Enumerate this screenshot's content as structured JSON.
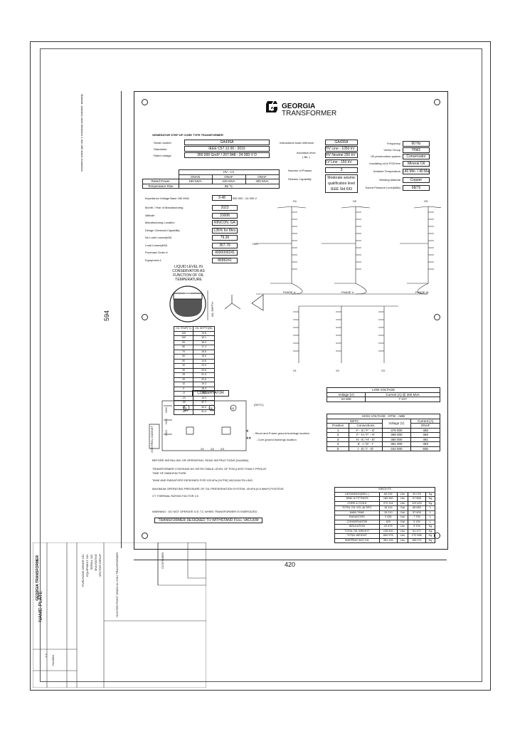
{
  "margin_note": "Material: stainless steel thickness 1 mm with black characters",
  "dimensions": {
    "height": "594",
    "width": "420"
  },
  "brand": {
    "line1": "GEORGIA",
    "line2": "TRANSFORMER"
  },
  "header_title": "GENERATOR STEP UP CORE TYPE TRANSFORMER",
  "left_fields": [
    {
      "label": "Serial number",
      "value": "GA436A"
    },
    {
      "label": "Standards",
      "value": "IEEE C57.12.00 - 2015"
    },
    {
      "label": "Rated voltage",
      "value": "350 000 GndY / 207 848 - 24 000 V D"
    }
  ],
  "ratings": {
    "group": "HV - LV",
    "cols": [
      "ONAN",
      "ONAF",
      "ONAF"
    ],
    "rated_power_label": "Rated Power",
    "rated_power": [
      "180 MVA",
      "240 MVA",
      "300 MVA"
    ],
    "temp_rise_label": "Temperature Rise",
    "temp_rise": "65 ºC"
  },
  "impedance": {
    "label": "Impedance Voltage Base 180 MVA",
    "value": "9.48",
    "note": "350 000 - 24 000 V"
  },
  "info_fields": [
    {
      "label": "Month / Year of Manufacturing",
      "value": "2023"
    },
    {
      "label": "Altitude",
      "value": "3300ft"
    },
    {
      "label": "Manufacturing Location",
      "value": "RINCON, GA"
    },
    {
      "label": "Design Overload Capability",
      "value": "135% for 8hrs"
    },
    {
      "label": "No Load Losses(kW)",
      "value": "79.36"
    },
    {
      "label": "Load Losses(kW)",
      "value": "357.79"
    },
    {
      "label": "Purchase Order #",
      "value": "4000000241"
    },
    {
      "label": "Equipment #",
      "value": "8686241"
    }
  ],
  "mid_fields": {
    "instr_label": "Instructions book reference",
    "instr_value": "GA436A",
    "insul_label1": "Insulation level",
    "insul_label2": "( BIL )",
    "bil": [
      "HV Line    - 1050 kV",
      "HV Neutral 250 kV",
      "LV Line    - 150 kV"
    ],
    "phases_label": "Number of Phases",
    "phases_value": "3",
    "seismic_label": "Seismic Capability",
    "seismic_value": [
      "Moderate seismic",
      "qualification level",
      "IEEE Std 693"
    ]
  },
  "right_fields": [
    {
      "label": "Frequency",
      "value": "60 Hz"
    },
    {
      "label": "Vector Group",
      "value": "YNd1"
    },
    {
      "label": "Oil preservation system",
      "value": "Conservator"
    },
    {
      "label": "Insulating oil is PCB free",
      "value": "Mineral Oil"
    },
    {
      "label": "Ambient Temperature",
      "value": "-40 Min. / 40 Max."
    },
    {
      "label": "Winding Material",
      "value": "Copper"
    },
    {
      "label": "Sound Pressure Level(dBA)",
      "value": "68/76"
    }
  ],
  "oil_level": {
    "title": [
      "LIQUID LEVEL IN",
      "CONSERVATOR AS",
      "FUNCTION OF OIL",
      "TEMPERATURE"
    ],
    "bag": "BAG",
    "axis": "OIL DEPTH",
    "table_head": [
      "OIL TEMP(°C)",
      "OIL DEPTH(IN)"
    ],
    "rows": [
      [
        "105",
        "19.8"
      ],
      [
        "100",
        "19.1"
      ],
      [
        "90",
        "18.2"
      ],
      [
        "80",
        "17.4"
      ],
      [
        "70",
        "16.6"
      ],
      [
        "60",
        "15.6"
      ],
      [
        "50",
        "14.6"
      ],
      [
        "40",
        "23.9"
      ],
      [
        "30",
        "20.6"
      ],
      [
        "25",
        "21.3"
      ],
      [
        "20",
        "20.6"
      ],
      [
        "10",
        "19.3"
      ],
      [
        "0",
        "18.3"
      ],
      [
        "-5",
        "16.8"
      ],
      [
        "-10",
        "15.0"
      ],
      [
        "-20",
        "47.7"
      ],
      [
        "-30",
        "40.0"
      ],
      [
        "-40",
        "31.4"
      ]
    ]
  },
  "vector": {
    "H1": "H1",
    "H2": "H2",
    "H3": "H3",
    "X1": "X1",
    "X2": "X2",
    "X3": "X3",
    "H0": "H0X"
  },
  "phases": [
    "PHASE U",
    "PHASE V",
    "PHASE W"
  ],
  "conservator": {
    "title": "CONSERVATOR",
    "detc": "(DETC)",
    "control": "CONTROL CABINET",
    "bushings": [
      "H1",
      "H2",
      "H3"
    ],
    "lv": [
      "X1",
      "X2",
      "X3"
    ],
    "side": [
      "H0X",
      "H1X",
      "H2X"
    ]
  },
  "ground_notes": [
    "- Shunt and Frame ground bushings location",
    "- Core ground bushings location"
  ],
  "low_voltage": {
    "title": "LOW VOLTAGE",
    "col1": "Voltage (V)",
    "col2": "Current (A) @ 300 MVA",
    "v": "24 000",
    "a": "7 217"
  },
  "high_voltage": {
    "title": "HIGH VOLTAGE - DTW - ABB",
    "head": [
      "DETC",
      "Voltage (V)",
      "Current (A)"
    ],
    "sub": [
      "Position",
      "Connections",
      "ONAF"
    ],
    "rows": [
      [
        "1",
        "F - G / F' - G'",
        "378 000",
        "458"
      ],
      [
        "2",
        "F - H / F' - H'",
        "369 000",
        "469"
      ],
      [
        "3",
        "H - E / H' - E'",
        "360 000",
        "481"
      ],
      [
        "4",
        "E - I / E' - I'",
        "351 000",
        "493"
      ],
      [
        "5",
        "I - D / I' - D'",
        "342 000",
        "506"
      ]
    ]
  },
  "weights": {
    "title": "WEIGHTS",
    "rows": [
      [
        "UNTANKING(BELL)",
        "66 294",
        "Lbs",
        "30 076",
        "Kg"
      ],
      [
        "TANK & FITTINGS",
        "169 340",
        "Lbs",
        "57 898",
        "Kg"
      ],
      [
        "CORE & COILS",
        "272 114",
        "Lbs",
        "123 429",
        "Kg"
      ],
      [
        "TOTAL OIL VOL @ 25ºC",
        "18 144",
        "Gal",
        "68 683",
        "L"
      ],
      [
        "MAIN TANK",
        "15 210",
        "Gal",
        "57 609",
        "L"
      ],
      [
        "RADIATORS",
        "2 035",
        "Gal",
        "7 705",
        "L"
      ],
      [
        "CONSERVATOR",
        "829",
        "Gal",
        "3 139",
        "L"
      ],
      [
        "INSULATION",
        "20 675",
        "Lbs",
        "9 378",
        "Kg"
      ],
      [
        "TOTAL OIL WEIGHT",
        "135 520",
        "Lbs",
        "61 471",
        "Kg"
      ],
      [
        "TOTAL WEIGHT",
        "600 975",
        "Lbs",
        "272 596",
        "Kg"
      ],
      [
        "SHIPPING W/O OIL",
        "351 132",
        "Lbs",
        "159 271",
        "Kg"
      ]
    ]
  },
  "notes": [
    "BEFORE INSTALLING OR OPERATING, READ INSTRUCTIONS (GA436A)",
    "TRANSFORMER CONTAINS NO DETECTABLE LEVEL OF PCB (LESS THAN 2 PPM) AT",
    "TIME OF MANUFACTURE",
    "TANK AND RADIATORS DESIGNED FOR 103 kPa [15 PSI] VACUUM FILLING.",
    "MAXIMUM OPERATING PRESSURE OF OIL PRESERVATION SYSTEM, 45 kPa (6.5 lbf/in²) POSITIVE.",
    "CT THERMAL RATING FACTOR  2.0"
  ],
  "warning": "WARNING : DO NOT OPERATE D.E.T.C WHEN TRANSFORMER IS ENERGIZED",
  "vacuum": "TRANSFORMER DESIGNED TO WITHSTAND FULL VACUUM",
  "title_block": {
    "company": "GEORGIA TRANSFORMER",
    "drawing": "NAME PLATE",
    "number": "GA436A",
    "scale": "1:1",
    "customer": "CUSTOMER",
    "project": "HUNTER POINT 350/24 kV GSU TRANSFORMER",
    "rows": [
      "PURCHASE ORDER NO.",
      "EQUIPMENT NO.",
      "SERIAL NO.",
      "MVA RATING",
      "VECTOR GROUP"
    ]
  }
}
